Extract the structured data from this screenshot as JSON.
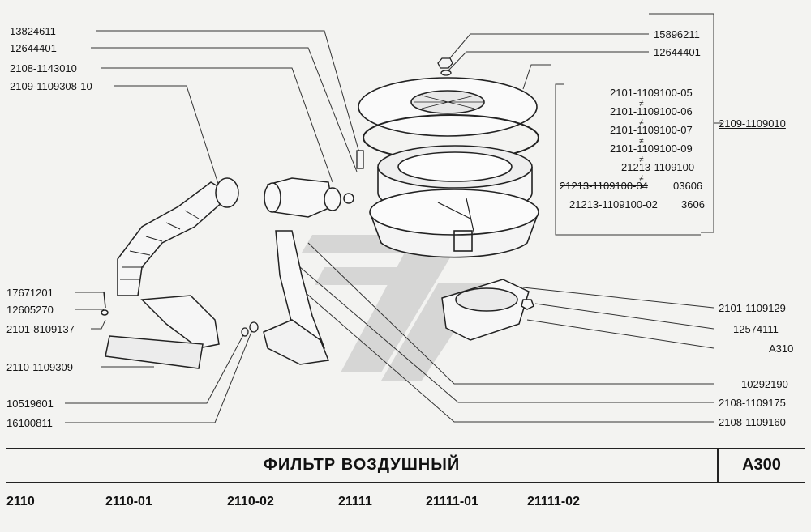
{
  "labels_left": [
    "13824611",
    "12644401",
    "2108-1143010",
    "2109-1109308-10",
    "17671201",
    "12605270",
    "2101-8109137",
    "2110-1109309",
    "10519601",
    "16100811"
  ],
  "labels_right_top": [
    "15896211",
    "12644401"
  ],
  "filter_elements": [
    "2101-1109100-05",
    "2101-1109100-06",
    "2101-1109100-07",
    "2101-1109100-09",
    "21213-1109100",
    "21213-1109100-04",
    "03606",
    "21213-1109100-02",
    "3606"
  ],
  "interchange_mark": "≠",
  "assembly_number": "2109-1109010",
  "labels_right_bottom": [
    "2101-1109129",
    "12574111",
    "А310",
    "10292190",
    "2108-1109175",
    "2108-1109160"
  ],
  "title": "ФИЛЬТР  ВОЗДУШНЫЙ",
  "section_code": "А300",
  "models": [
    "2110",
    "2110-01",
    "2110-02",
    "21111",
    "21111-01",
    "21111-02"
  ],
  "colors": {
    "ink": "#222222",
    "paper": "#f3f3f1",
    "watermark": "#c9c9c9"
  }
}
